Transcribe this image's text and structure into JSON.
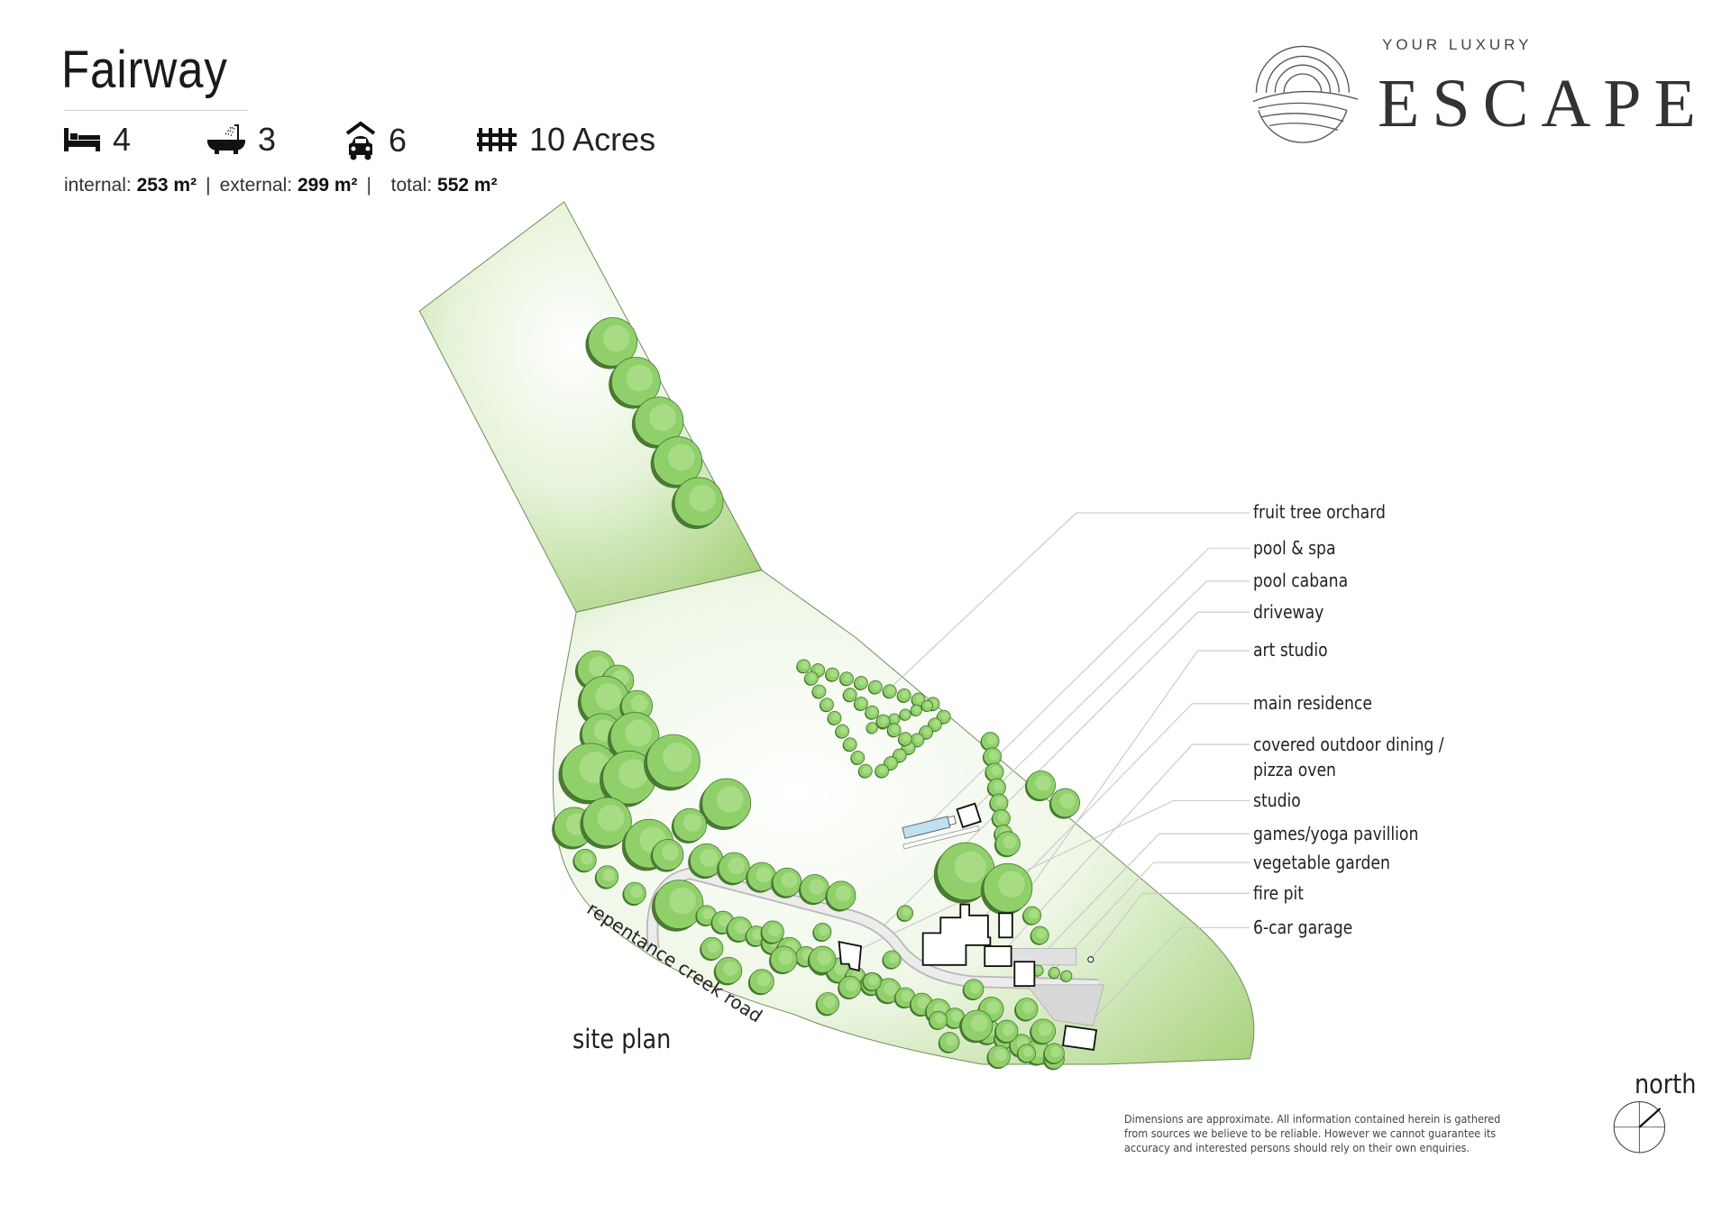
{
  "property": {
    "name": "Fairway",
    "bedrooms": "4",
    "bathrooms": "3",
    "car_spaces": "6",
    "land": "10 Acres",
    "areas": {
      "internal_label": "internal:",
      "internal_value": "253 m²",
      "external_label": "external:",
      "external_value": "299 m²",
      "total_label": "total:",
      "total_value": "552 m²"
    }
  },
  "icons": [
    "bed-icon",
    "bath-icon",
    "garage-icon",
    "fence-icon",
    "north-compass-icon"
  ],
  "logo": {
    "line1": "YOUR LUXURY",
    "line2": "ESCAPE"
  },
  "map": {
    "title": "site plan",
    "road_name": "repentance creek road",
    "north_label": "north",
    "labels": [
      "fruit tree orchard",
      "pool & spa",
      "pool cabana",
      "driveway",
      "art studio",
      "main residence",
      "covered outdoor dining /",
      "pizza oven",
      "studio",
      "games/yoga pavillion",
      "vegetable garden",
      "fire pit",
      "6-car garage"
    ]
  },
  "disclaimer": "Dimensions are approximate.  All information contained herein is gathered from sources we believe to be reliable.  However we cannot guarantee its accuracy and interested persons should rely on their own enquiries.",
  "colors": {
    "land": "#a9d47f",
    "tree": "#8fd06a",
    "tree_dark": "#3f6e2b",
    "pool": "#bfe0f2",
    "text": "#222222"
  }
}
